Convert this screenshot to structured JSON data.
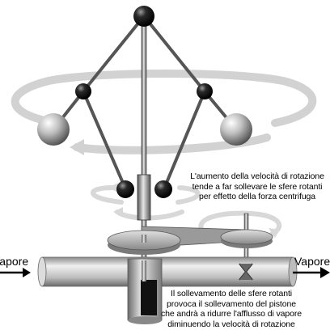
{
  "labels": {
    "vapore_left": "Vapore",
    "vapore_right": "Vapore"
  },
  "annotations": {
    "top": [
      "L'aumento della velocità di rotazione",
      "tende a far sollevare le sfere rotanti",
      "per effetto della forza centrifuga"
    ],
    "bottom": [
      "Il sollevamento delle sfere rotanti",
      "provoca il sollevamento del pistone",
      "che andrà a ridurre l'afflusso di vapore",
      "diminuendo la velocità di rotazione"
    ]
  },
  "colors": {
    "ball_dark": "#111111",
    "ball_light": "#9a9a9a",
    "metal": "#b5b5b5",
    "rotation_arrow": "#d0d0d0",
    "pipe": "#c8c8c8"
  }
}
